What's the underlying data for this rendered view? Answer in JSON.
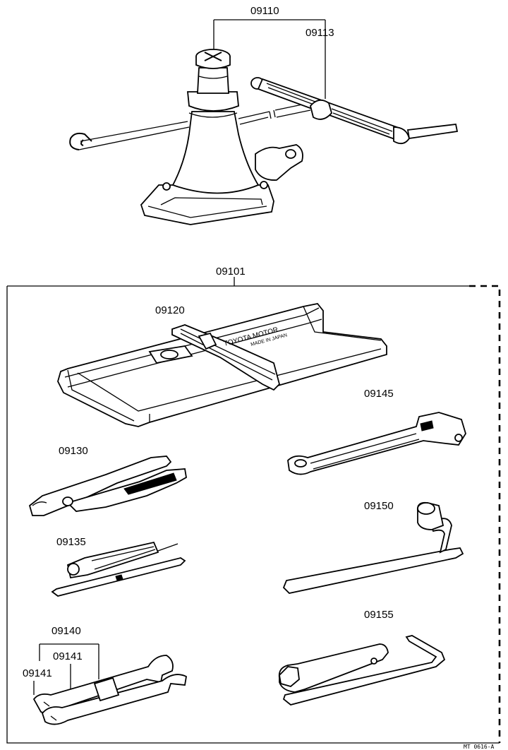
{
  "labels": {
    "jack_set": "09110",
    "jack_handle": "09113",
    "tool_kit": "09101",
    "tool_bag": "09120",
    "pliers": "09130",
    "screwdriver": "09135",
    "wrench_set": "09140",
    "wrench_a": "09141",
    "wrench_b": "09141",
    "adjustable_wrench": "09145",
    "lug_wrench": "09150",
    "plug_wrench": "09155"
  },
  "bag_text": {
    "brand": "TOYOTA MOTOR",
    "made_in": "MADE IN JAPAN"
  },
  "figure_code": "MT 0616-A"
}
